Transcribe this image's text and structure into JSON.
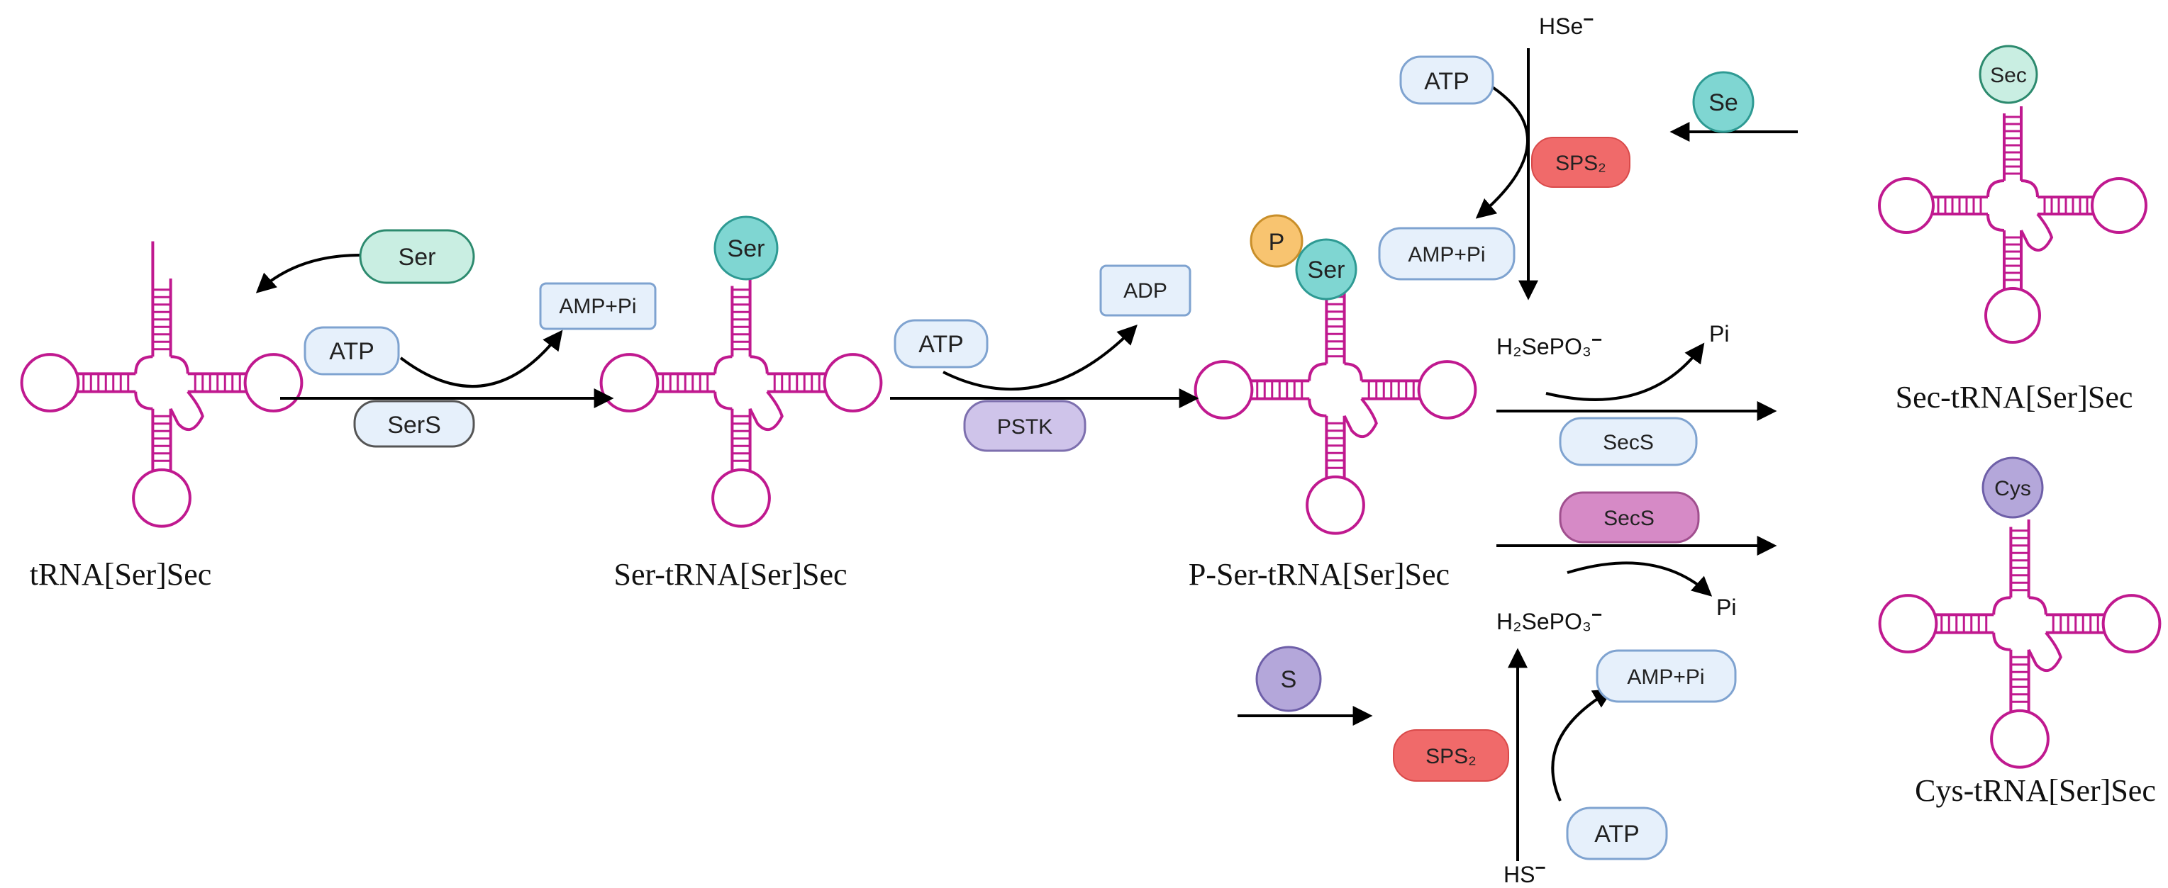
{
  "colors": {
    "trna": "#c0198f",
    "light_blue_fill": "#e6f0fb",
    "light_blue_stroke": "#7fa3d0",
    "teal_fill": "#7fd6d2",
    "mint_fill": "#c9eee2",
    "purple_fill": "#cfc4ea",
    "orange_fill": "#f8c470",
    "pink_fill": "#d68ac6",
    "red_fill": "#f06a6a",
    "violet_fill": "#b4a7da"
  },
  "captions": {
    "trna": "tRNA[Ser]Sec",
    "ser_trna": "Ser-tRNA[Ser]Sec",
    "p_ser_trna": "P-Ser-tRNA[Ser]Sec",
    "sec_trna": "Sec-tRNA[Ser]Sec",
    "cys_trna": "Cys-tRNA[Ser]Sec"
  },
  "step1": {
    "substrate": "Ser",
    "atp": "ATP",
    "product": "AMP+Pi",
    "enzyme": "SerS"
  },
  "step2": {
    "atp": "ATP",
    "product": "ADP",
    "enzyme": "PSTK"
  },
  "trna_caps": {
    "ser": "Ser",
    "p": "P",
    "ser2": "Ser",
    "sec": "Sec",
    "cys": "Cys"
  },
  "sec_branch": {
    "hse": "HSe",
    "charge": "−",
    "atp": "ATP",
    "enzyme": "SPS₂",
    "product": "AMP+Pi",
    "se": "Se",
    "selenophosphate": "H₂SePO₃",
    "pi": "Pi",
    "secs": "SecS"
  },
  "cys_branch": {
    "secs": "SecS",
    "pi": "Pi",
    "selenophosphate": "H₂SePO₃",
    "s": "S",
    "enzyme": "SPS₂",
    "product": "AMP+Pi",
    "atp": "ATP",
    "hs": "HS",
    "charge": "−"
  }
}
